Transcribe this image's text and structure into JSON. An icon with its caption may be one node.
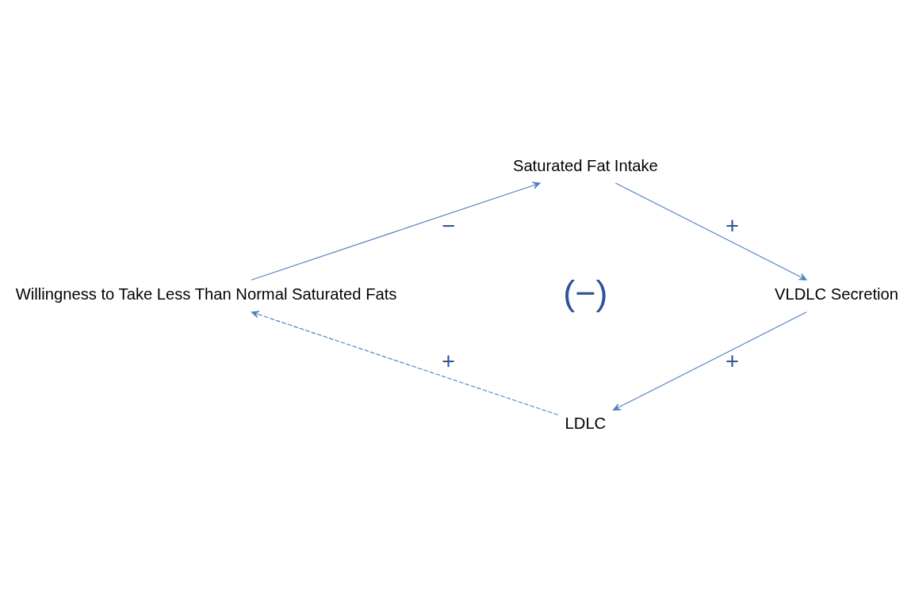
{
  "diagram": {
    "nodes": [
      {
        "text": [
          "Saturated Fat Intake"
        ]
      },
      {
        "text": [
          "Willingness to Take Less Than Normal Saturated Fats"
        ]
      },
      {
        "text": [
          "VLDLC Secretion"
        ]
      },
      {
        "text": [
          "LDLC"
        ]
      }
    ],
    "edges": [
      {
        "from": 1,
        "to": 0,
        "arrow": "to",
        "label": "−"
      },
      {
        "from": 0,
        "to": 2,
        "arrow": "to",
        "label": "+"
      },
      {
        "from": 2,
        "to": 3,
        "arrow": "to",
        "label": "+"
      },
      {
        "from": 3,
        "to": 1,
        "arrow": "to",
        "label": "+",
        "style": "dashed"
      }
    ],
    "labels": [
      "(−)"
    ]
  }
}
